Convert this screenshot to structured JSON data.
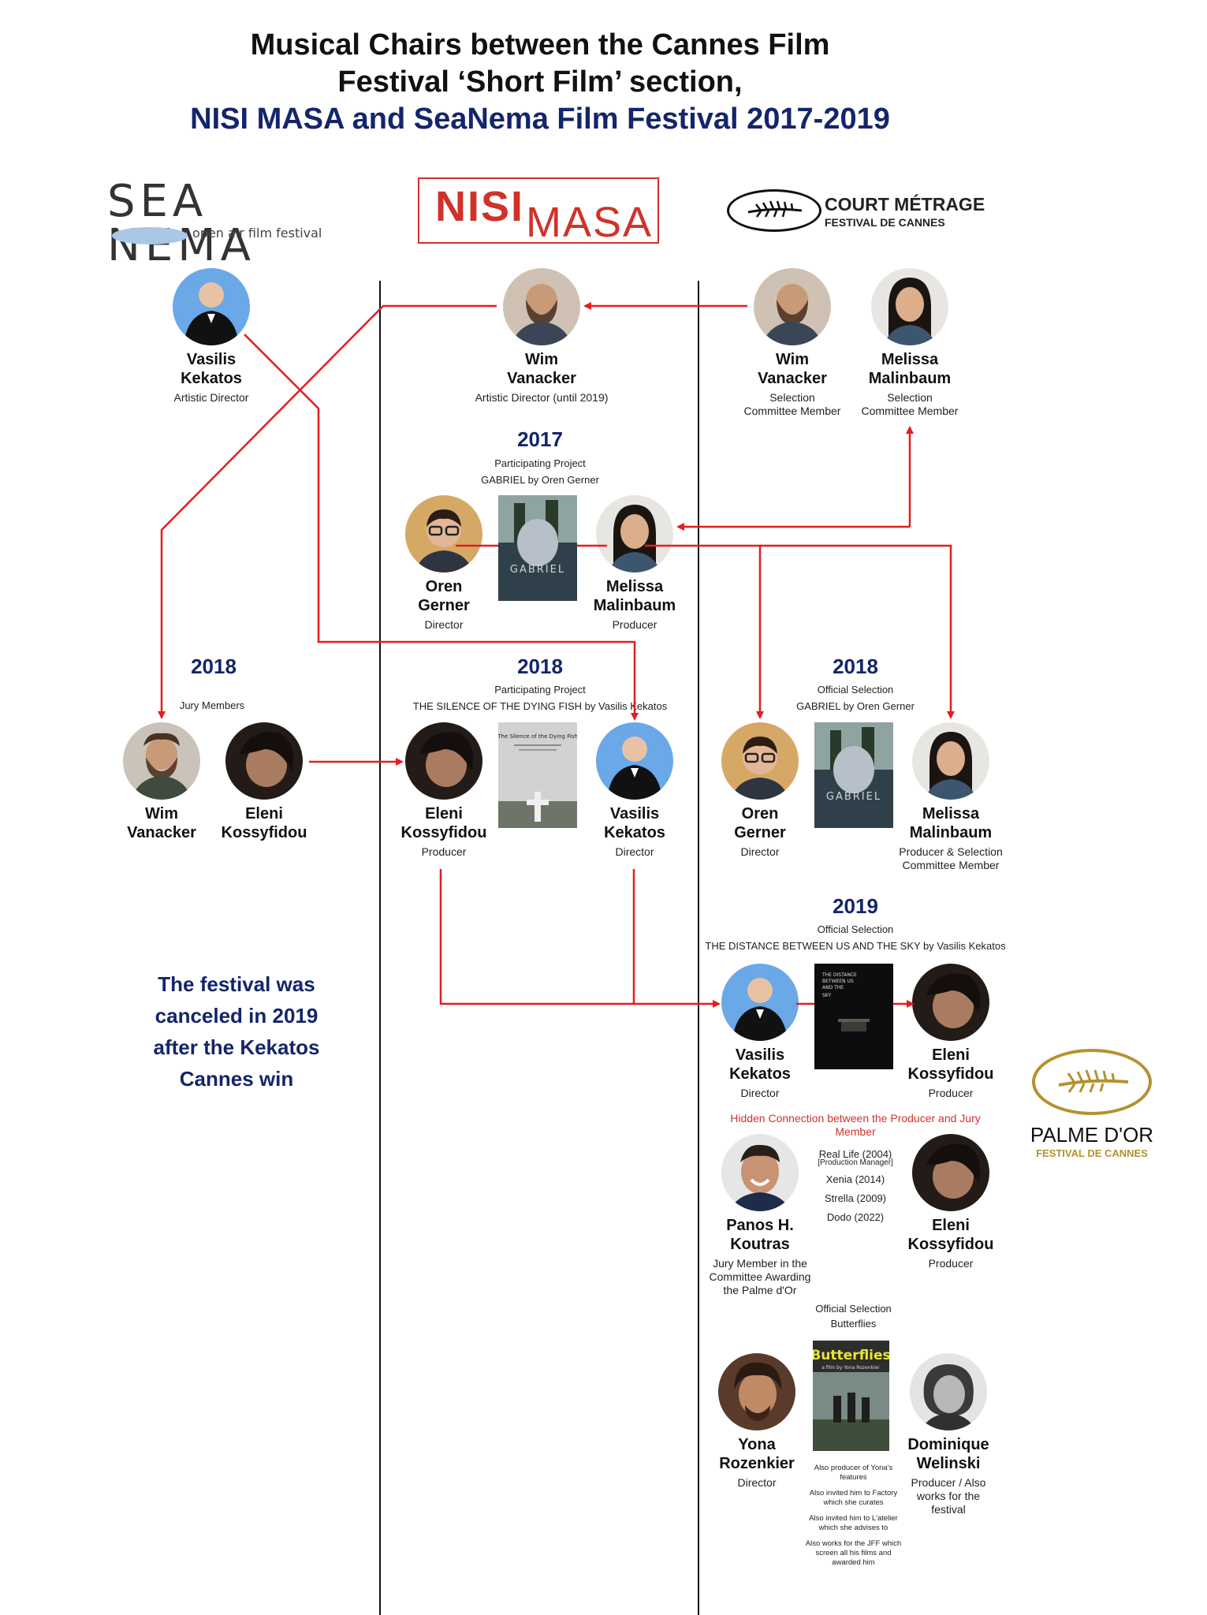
{
  "title": {
    "line1": "Musical Chairs between the Cannes Film",
    "line2": "Festival ‘Short Film’ section,",
    "line3": "NISI MASA and SeaNema Film Festival 2017-2019"
  },
  "logos": {
    "seanema": {
      "text": "SEA NEMA",
      "tagline": "open air film festival"
    },
    "nisimasa": {
      "part1": "NISI",
      "part2": "MASA"
    },
    "court": {
      "line1": "COURT MÉTRAGE",
      "line2": "FESTIVAL DE CANNES"
    },
    "palme": {
      "line1": "PALME D'OR",
      "line2": "FESTIVAL DE CANNES"
    }
  },
  "colors": {
    "accent_red": "#e41d1d",
    "navy": "#14256b",
    "gold": "#b3922f"
  },
  "people": {
    "vasilis_top": {
      "first": "Vasilis",
      "last": "Kekatos",
      "role": "Artistic Director"
    },
    "wim_nisi": {
      "first": "Wim",
      "last": "Vanacker",
      "role": "Artistic Director (until 2019)"
    },
    "wim_cannes": {
      "first": "Wim",
      "last": "Vanacker",
      "role1": "Selection",
      "role2": "Committee Member"
    },
    "melissa_cannes": {
      "first": "Melissa",
      "last": "Malinbaum",
      "role1": "Selection",
      "role2": "Committee Member"
    },
    "oren_2017": {
      "first": "Oren",
      "last": "Gerner",
      "role": "Director"
    },
    "melissa_2017": {
      "first": "Melissa",
      "last": "Malinbaum",
      "role": "Producer"
    },
    "wim_jury": {
      "first": "Wim",
      "last": "Vanacker"
    },
    "eleni_jury": {
      "first": "Eleni",
      "last": "Kossyfidou"
    },
    "eleni_2018": {
      "first": "Eleni",
      "last": "Kossyfidou",
      "role": "Producer"
    },
    "vasilis_2018": {
      "first": "Vasilis",
      "last": "Kekatos",
      "role": "Director"
    },
    "oren_2018": {
      "first": "Oren",
      "last": "Gerner",
      "role": "Director"
    },
    "melissa_2018": {
      "first": "Melissa",
      "last": "Malinbaum",
      "role1": "Producer & Selection",
      "role2": "Committee Member"
    },
    "vasilis_2019": {
      "first": "Vasilis",
      "last": "Kekatos",
      "role": "Director"
    },
    "eleni_2019": {
      "first": "Eleni",
      "last": "Kossyfidou",
      "role": "Producer"
    },
    "panos": {
      "first": "Panos H.",
      "last": "Koutras",
      "role1": "Jury Member in the",
      "role2": "Committee Awarding",
      "role3": "the Palme d'Or"
    },
    "eleni_hidden": {
      "first": "Eleni",
      "last": "Kossyfidou",
      "role": "Producer"
    },
    "yona": {
      "first": "Yona",
      "last": "Rozenkier",
      "role": "Director"
    },
    "dominique": {
      "first": "Dominique",
      "last": "Welinski",
      "role1": "Producer / Also",
      "role2": "works for the",
      "role3": "festival"
    }
  },
  "sections": {
    "y2017": {
      "year": "2017",
      "line1": "Participating Project",
      "line2": "GABRIEL by Oren Gerner"
    },
    "y2018_jury": {
      "year": "2018",
      "line1": "Jury Members"
    },
    "y2018_nisi": {
      "year": "2018",
      "line1": "Participating Project",
      "line2": "THE SILENCE OF THE DYING FISH by Vasilis Kekatos"
    },
    "y2018_cannes": {
      "year": "2018",
      "line1": "Official Selection",
      "line2": "GABRIEL by Oren Gerner"
    },
    "y2019": {
      "year": "2019",
      "line1": "Official Selection",
      "line2": "THE DISTANCE BETWEEN US AND THE SKY by Vasilis Kekatos"
    },
    "butterflies": {
      "line1": "Official Selection",
      "line2": "Butterflies"
    }
  },
  "posters": {
    "gabriel": "GABRIEL",
    "silence": "The Silence of the Dying Fish",
    "distance1": "THE DISTANCE",
    "distance2": "BETWEEN US",
    "distance3": "AND THE",
    "distance4": "SKY",
    "butterflies1": "Butterflies",
    "butterflies2": "a film by Yona Rozenkier"
  },
  "note": {
    "l1": "The festival was",
    "l2": "canceled in 2019",
    "l3": "after the Kekatos",
    "l4": "Cannes win"
  },
  "hidden": {
    "l1": "Hidden Connection between the Producer and Jury",
    "l2": "Member"
  },
  "films": [
    {
      "title": "Real Life (2004)",
      "sub": "[Production Manager]"
    },
    {
      "title": "Xenia (2014)"
    },
    {
      "title": "Strella (2009)"
    },
    {
      "title": "Dodo (2022)"
    }
  ],
  "notes_dominique": [
    {
      "l1": "Also producer of Yona's",
      "l2": "features"
    },
    {
      "l1": "Also invited him to Factory",
      "l2": "which she curates"
    },
    {
      "l1": "Also invited him to L'atelier",
      "l2": "which she advises to"
    },
    {
      "l1": "Also works for the JFF which",
      "l2": "screen all his films and",
      "l3": "awarded him"
    }
  ]
}
